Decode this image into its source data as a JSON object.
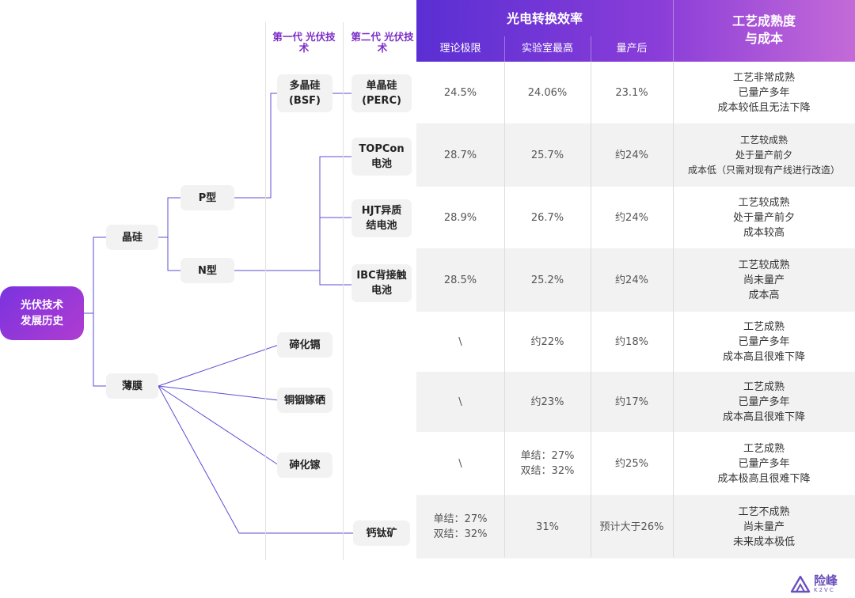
{
  "root": "光伏技术\n发展历史",
  "gen1_header": "第一代\n光伏技术",
  "gen2_header": "第二代\n光伏技术",
  "level1": {
    "crystal": "晶硅",
    "film": "薄膜"
  },
  "level2": {
    "p": "P型",
    "n": "N型"
  },
  "gen1": {
    "bsf": "多晶硅\n(BSF)"
  },
  "table_header": {
    "efficiency": "光电转换效率",
    "theory": "理论极限",
    "lab": "实验室最高",
    "mass": "量产后",
    "maturity": "工艺成熟度\n与成本"
  },
  "rows": [
    {
      "tech": "单晶硅\n(PERC)",
      "theory": "24.5%",
      "lab": "24.06%",
      "mass": "23.1%",
      "maturity": "工艺非常成熟\n已量产多年\n成本较低且无法下降"
    },
    {
      "tech": "TOPCon\n电池",
      "theory": "28.7%",
      "lab": "25.7%",
      "mass": "约24%",
      "maturity": "工艺较成熟\n处于量产前夕\n成本低（只需对现有产线进行改造）"
    },
    {
      "tech": "HJT异质\n结电池",
      "theory": "28.9%",
      "lab": "26.7%",
      "mass": "约24%",
      "maturity": "工艺较成熟\n处于量产前夕\n成本较高"
    },
    {
      "tech": "IBC背接触\n电池",
      "theory": "28.5%",
      "lab": "25.2%",
      "mass": "约24%",
      "maturity": "工艺较成熟\n尚未量产\n成本高"
    },
    {
      "tech": "碲化镉",
      "theory": "\\",
      "lab": "约22%",
      "mass": "约18%",
      "maturity": "工艺成熟\n已量产多年\n成本高且很难下降"
    },
    {
      "tech": "铜铟镓硒",
      "theory": "\\",
      "lab": "约23%",
      "mass": "约17%",
      "maturity": "工艺成熟\n已量产多年\n成本高且很难下降"
    },
    {
      "tech": "砷化镓",
      "theory": "\\",
      "lab": "单结：27%\n双结：32%",
      "mass": "约25%",
      "maturity": "工艺成熟\n已量产多年\n成本极高且很难下降"
    },
    {
      "tech": "钙钛矿",
      "theory": "单结：27%\n双结：32%",
      "lab": "31%",
      "mass": "预计大于26%",
      "maturity": "工艺不成熟\n尚未量产\n未来成本极低"
    }
  ],
  "logo": {
    "name": "险峰",
    "sub": "K2VC"
  },
  "colors": {
    "accent": "#7b2dc8",
    "line": "#5b4fd6",
    "header_start": "#5a2fd3",
    "header_end": "#c46ad8"
  }
}
